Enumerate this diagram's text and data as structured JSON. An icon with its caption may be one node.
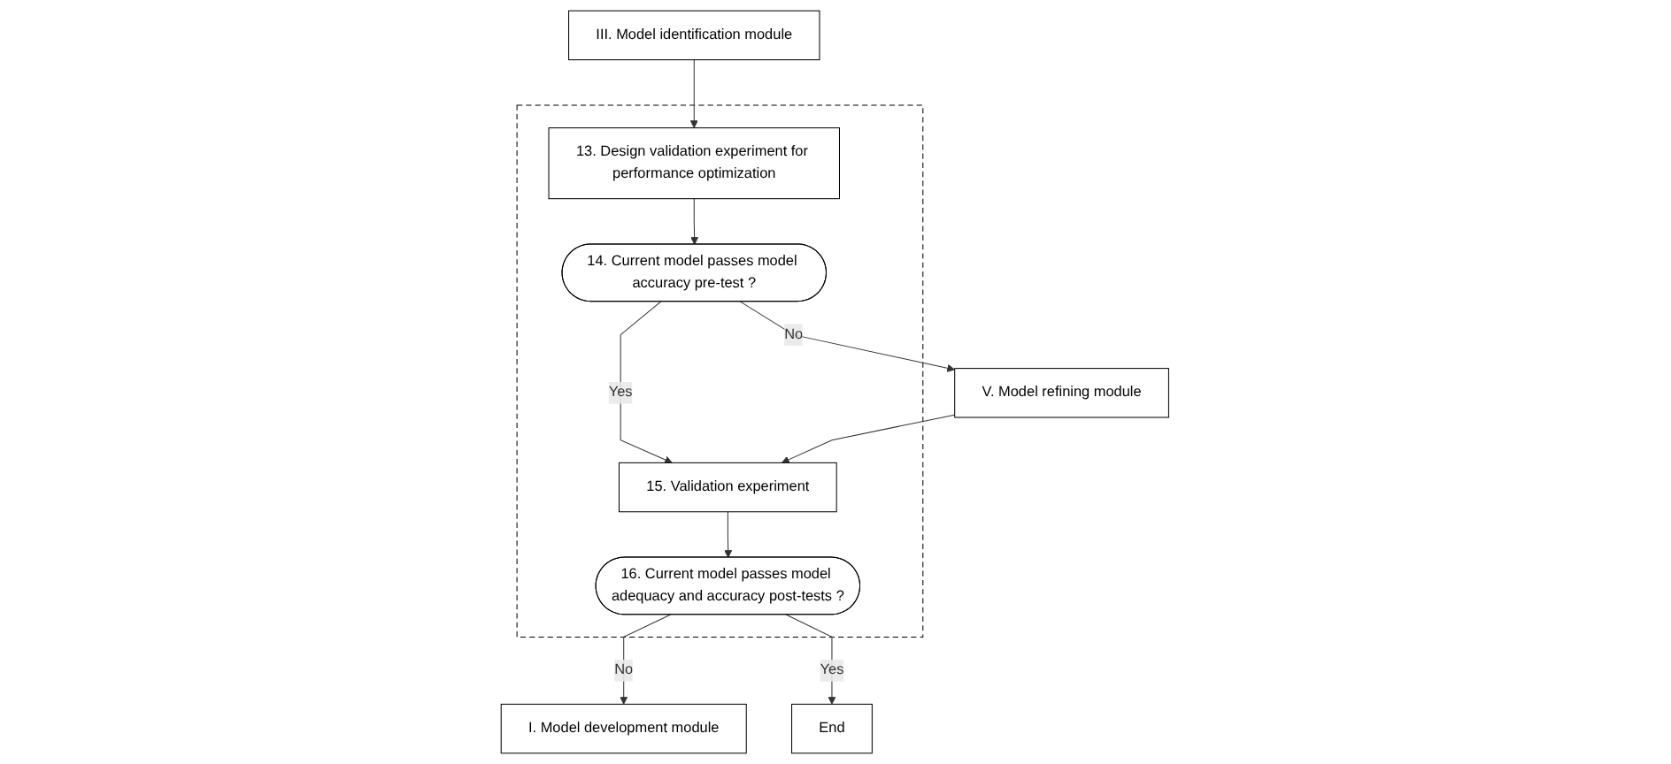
{
  "diagram": {
    "nodes": [
      {
        "text": [
          "III. Model identification module"
        ]
      },
      {
        "text": [
          "I. Model development module"
        ]
      },
      {
        "text": [],
        "shape": "box"
      },
      {
        "text": [
          "13. Design validation experiment for performance optimization"
        ],
        "in": 2
      },
      {
        "text": [
          "16. Current model passes model adequacy and accuracy post-tests ?"
        ],
        "in": 2
      },
      {
        "text": [
          "14. Current model passes model accuracy pre-test ?"
        ],
        "in": 2
      },
      {
        "text": [
          "15. Validation experiment"
        ],
        "in": 2
      },
      {
        "text": [
          "End"
        ]
      },
      {
        "text": [
          "V. Model refining module"
        ]
      }
    ],
    "edges": [
      {
        "from": 0,
        "to": 3,
        "arrow": "to"
      },
      {
        "from": 3,
        "to": 5,
        "arrow": "to"
      },
      {
        "from": 5,
        "to": 6,
        "arrow": "to",
        "label": "Yes"
      },
      {
        "from": 5,
        "to": 8,
        "arrow": "to",
        "label": "No"
      },
      {
        "from": 8,
        "to": 6,
        "arrow": "to"
      },
      {
        "from": 6,
        "to": 4,
        "arrow": "to"
      },
      {
        "from": 4,
        "to": 1,
        "arrow": "to",
        "label": "No"
      },
      {
        "from": 4,
        "to": 7,
        "arrow": "to",
        "label": "Yes"
      }
    ]
  }
}
